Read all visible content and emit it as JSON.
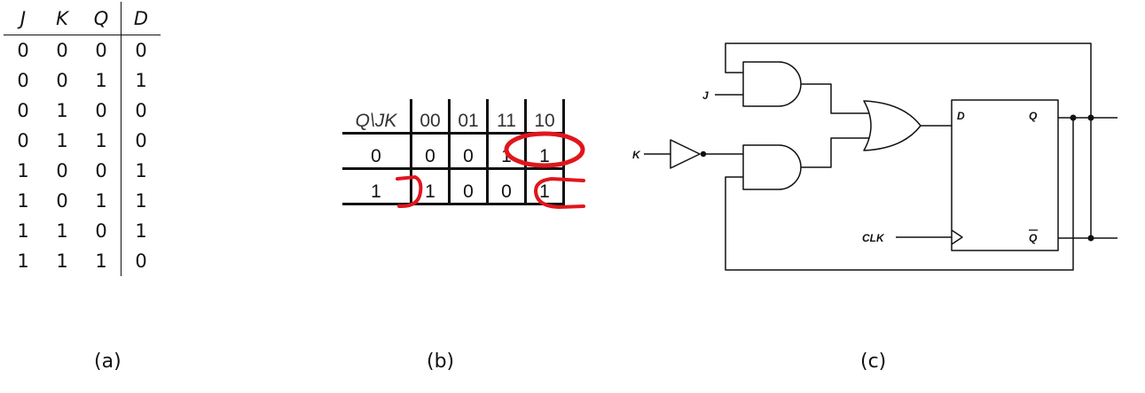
{
  "truth_table": {
    "headers": [
      "J",
      "K",
      "Q",
      "D"
    ],
    "rows": [
      [
        "0",
        "0",
        "0",
        "0"
      ],
      [
        "0",
        "0",
        "1",
        "1"
      ],
      [
        "0",
        "1",
        "0",
        "0"
      ],
      [
        "0",
        "1",
        "1",
        "0"
      ],
      [
        "1",
        "0",
        "0",
        "1"
      ],
      [
        "1",
        "0",
        "1",
        "1"
      ],
      [
        "1",
        "1",
        "0",
        "1"
      ],
      [
        "1",
        "1",
        "1",
        "0"
      ]
    ]
  },
  "kmap": {
    "corner": "Q\\JK",
    "col_headers": [
      "00",
      "01",
      "11",
      "10"
    ],
    "rows": [
      {
        "label": "0",
        "cells": [
          "0",
          "0",
          "1",
          "1"
        ]
      },
      {
        "label": "1",
        "cells": [
          "1",
          "0",
          "0",
          "1"
        ]
      }
    ],
    "mark_color": "#e0161d"
  },
  "circuit": {
    "input_j": "J",
    "input_k": "K",
    "clock": "CLK",
    "ff_d": "D",
    "ff_q": "Q",
    "ff_qbar": "Q",
    "out_q": "Q",
    "out_qbar": "Q"
  },
  "captions": [
    "(a)",
    "(b)",
    "(c)"
  ]
}
